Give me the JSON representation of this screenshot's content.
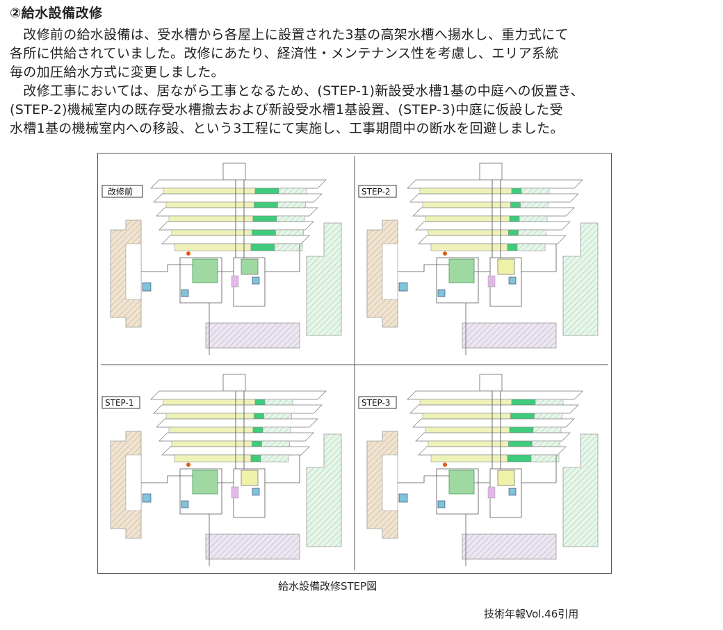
{
  "heading": "②給水設備改修",
  "paragraph1": [
    "　改修前の給水設備は、受水槽から各屋上に設置された3基の高架水槽へ揚水し、重力式にて",
    "各所に供給されていました。改修にあたり、経済性・メンテナンス性を考慮し、エリア系統",
    "毎の加圧給水方式に変更しました。"
  ],
  "paragraph2": [
    "　改修工事においては、居ながら工事となるため、(STEP-1)新設受水槽1基の中庭への仮置き、",
    "(STEP-2)機械室内の既存受水槽撤去および新設受水槽1基設置、(STEP-3)中庭に仮設した受",
    "水槽1基の機械室内への移設、という3工程にて実施し、工事期間中の断水を回避しました。"
  ],
  "figure": {
    "panels": [
      {
        "label": "改修前"
      },
      {
        "label": "STEP-2"
      },
      {
        "label": "STEP-1"
      },
      {
        "label": "STEP-3"
      }
    ],
    "colors": {
      "floor_yellow": "#eef2b8",
      "floor_green": "#3ecb7c",
      "hatch_tan": "#e6d6bf",
      "hatch_green": "#d8eedd",
      "hatch_lilac": "#ddd6e6",
      "tank_green": "#9ed9a2",
      "tank_yellow": "#f0f1a8",
      "pink": "#e2b8e8",
      "orange_text": "#e05a10"
    }
  },
  "caption": "給水設備改修STEP図",
  "credit": "技術年報Vol.46引用"
}
